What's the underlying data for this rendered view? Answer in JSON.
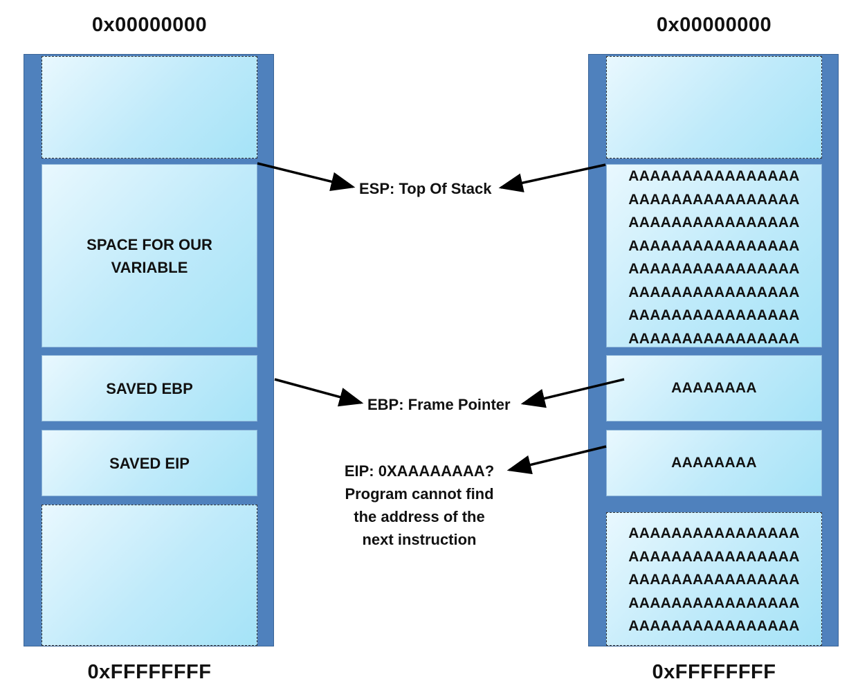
{
  "left_stack": {
    "top_address": "0x00000000",
    "bottom_address": "0xFFFFFFFF",
    "variable_label_line1": "SPACE FOR OUR",
    "variable_label_line2": "VARIABLE",
    "ebp_label": "SAVED EBP",
    "eip_label": "SAVED EIP"
  },
  "right_stack": {
    "top_address": "0x00000000",
    "bottom_address": "0xFFFFFFFF",
    "variable_fill": "AAAAAAAAAAAAAAAA\nAAAAAAAAAAAAAAAA\nAAAAAAAAAAAAAAAA\nAAAAAAAAAAAAAAAA\nAAAAAAAAAAAAAAAA\nAAAAAAAAAAAAAAAA\nAAAAAAAAAAAAAAAA\nAAAAAAAAAAAAAAAA",
    "ebp_fill": "AAAAAAAA",
    "eip_fill": "AAAAAAAA",
    "overflow_fill": "AAAAAAAAAAAAAAAA\nAAAAAAAAAAAAAAAA\nAAAAAAAAAAAAAAAA\nAAAAAAAAAAAAAAAA\nAAAAAAAAAAAAAAAA"
  },
  "labels": {
    "esp": "ESP: Top Of Stack",
    "ebp": "EBP: Frame Pointer",
    "eip_line1": "EIP: 0XAAAAAAAA?",
    "eip_line2": "Program cannot find",
    "eip_line3": "the address of the",
    "eip_line4": "next instruction"
  },
  "colors": {
    "column": "#4f81bd",
    "block_light": "#e9f8fe",
    "block_dark": "#a5e3f7",
    "arrow": "#000000"
  }
}
